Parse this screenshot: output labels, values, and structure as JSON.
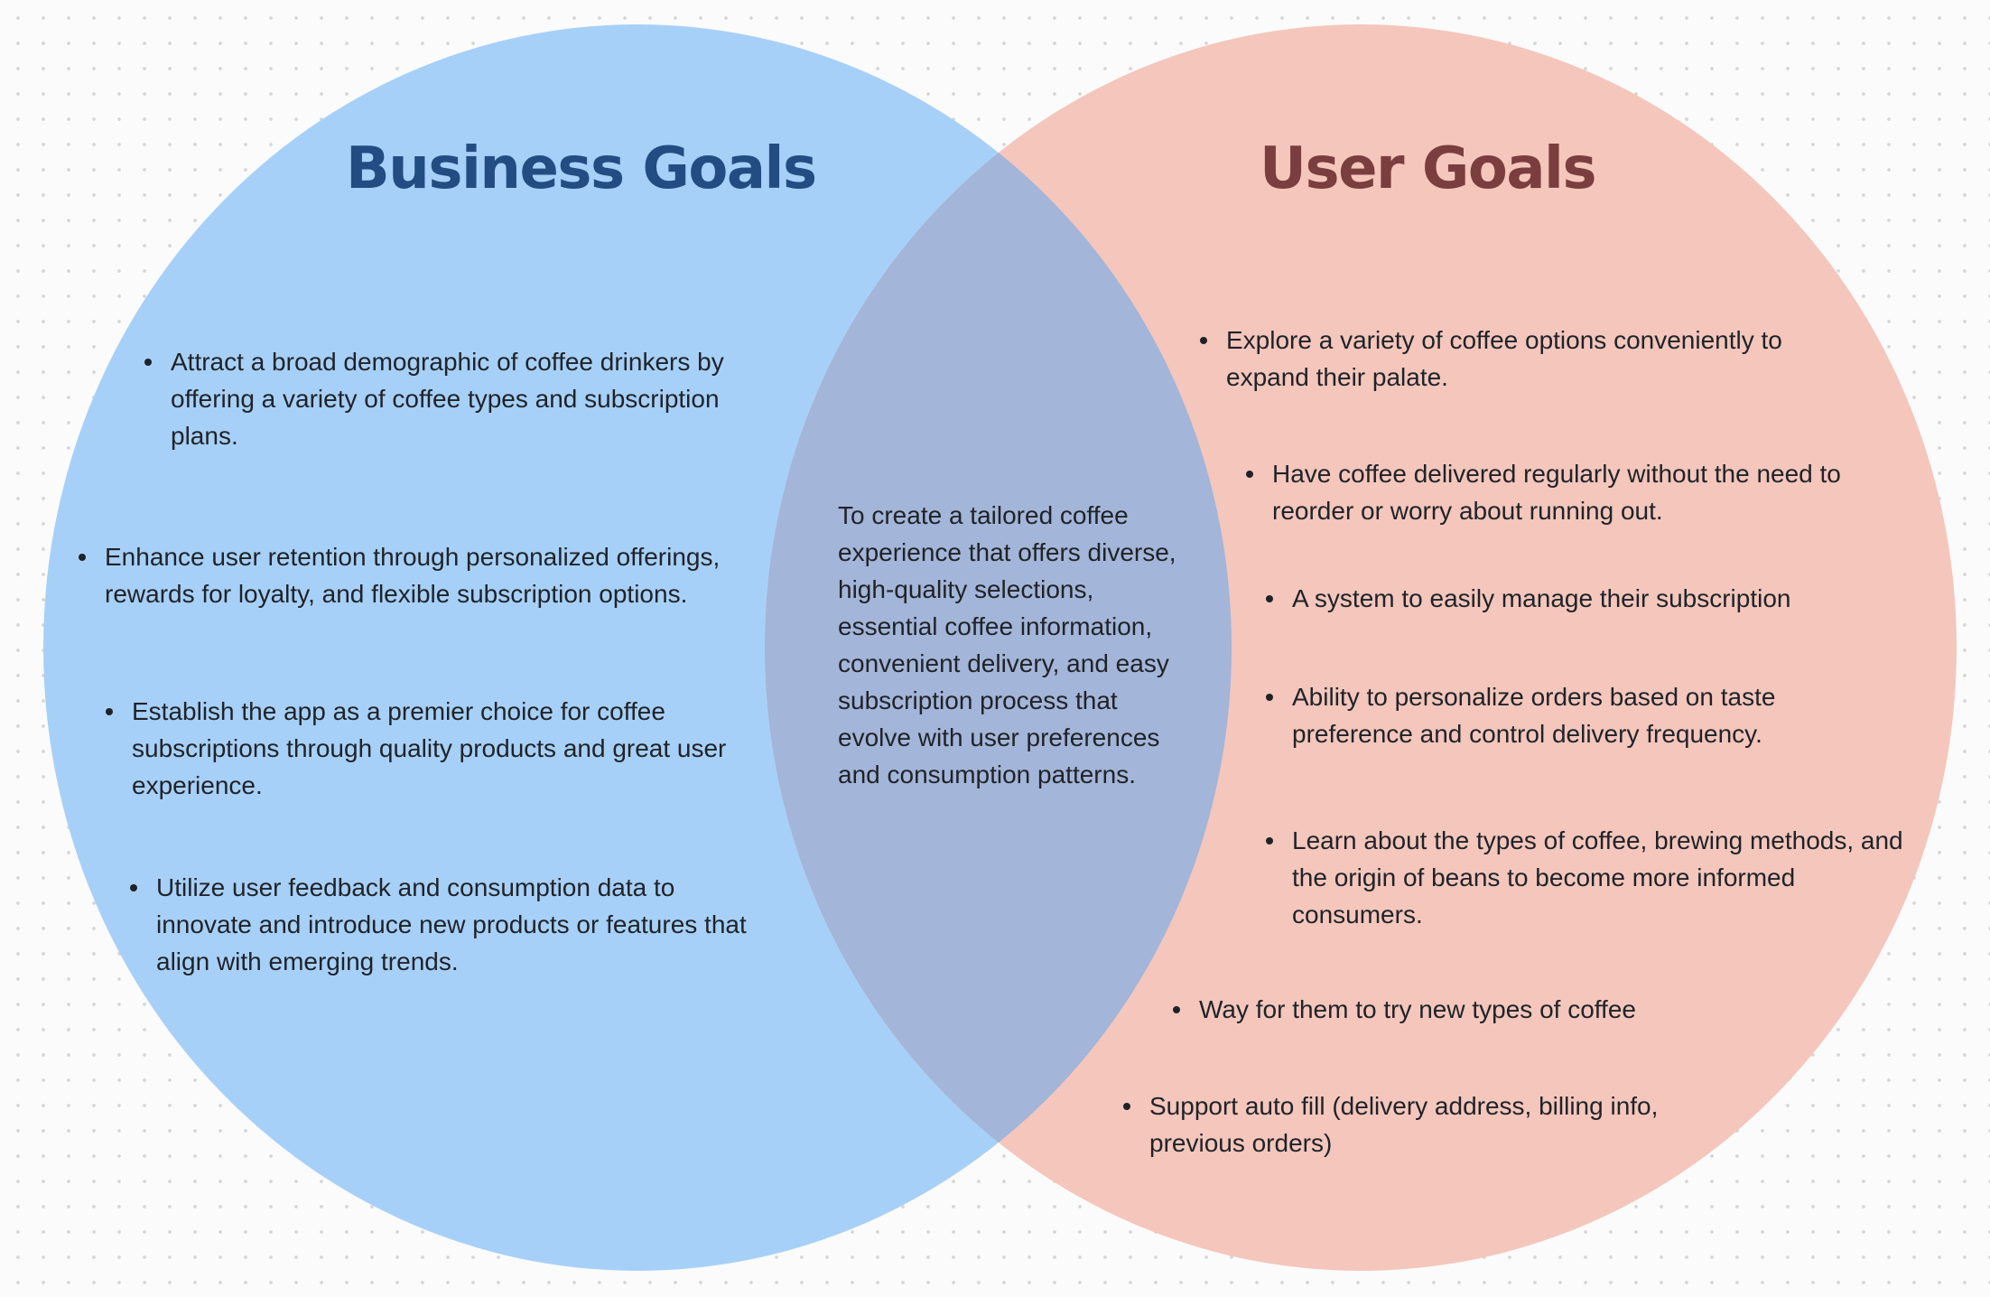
{
  "colors": {
    "business_circle": "#a7d0f8",
    "user_circle": "#f4c6bc",
    "overlap": "#a3b5d8",
    "business_title": "#234d82",
    "user_title": "#7a3e3e",
    "text": "#1f2328"
  },
  "business": {
    "title": "Business Goals",
    "items": [
      "Attract a broad demographic of coffee drinkers by offering a variety of coffee types and subscription plans.",
      "Enhance user retention through personalized offerings, rewards for loyalty, and flexible subscription options.",
      "Establish the app as a premier choice for coffee subscriptions through quality products and great user experience.",
      "Utilize user feedback and consumption data to innovate and introduce new products or features that align with emerging trends."
    ]
  },
  "user": {
    "title": "User Goals",
    "items": [
      "Explore a variety of coffee options conveniently to expand their palate.",
      "Have coffee delivered regularly without the need to reorder or worry about running out.",
      "A system to easily manage their subscription",
      "Ability to personalize orders based on taste preference and control delivery frequency.",
      "Learn about the types of coffee, brewing methods, and the origin of beans to become more informed consumers.",
      "Way for them to try new types of coffee",
      "Support auto fill (delivery address, billing info, previous orders)"
    ]
  },
  "shared": {
    "text": "To create a tailored coffee experience that offers diverse, high-quality selections, essential coffee information, convenient delivery, and easy subscription process that evolve with user preferences and consumption patterns."
  }
}
